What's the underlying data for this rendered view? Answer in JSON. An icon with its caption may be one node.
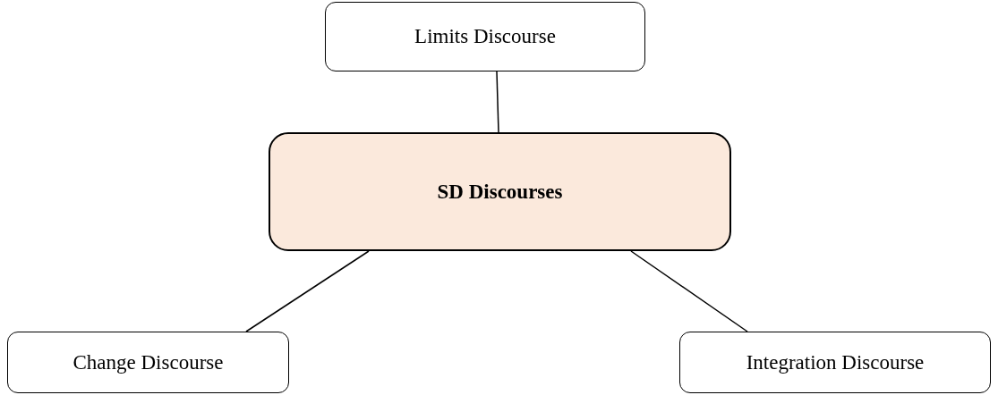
{
  "diagram": {
    "nodes": [
      {
        "text": [
          "Limits Discourse"
        ]
      },
      {
        "text": [
          "SD Discourses"
        ]
      },
      {
        "text": [
          "Change Discourse"
        ]
      },
      {
        "text": [
          "Integration Discourse"
        ]
      }
    ],
    "edges": [
      {
        "from": 0,
        "to": 1,
        "arrow": "none"
      },
      {
        "from": 1,
        "to": 2,
        "arrow": "none"
      },
      {
        "from": 1,
        "to": 3,
        "arrow": "none"
      }
    ]
  }
}
